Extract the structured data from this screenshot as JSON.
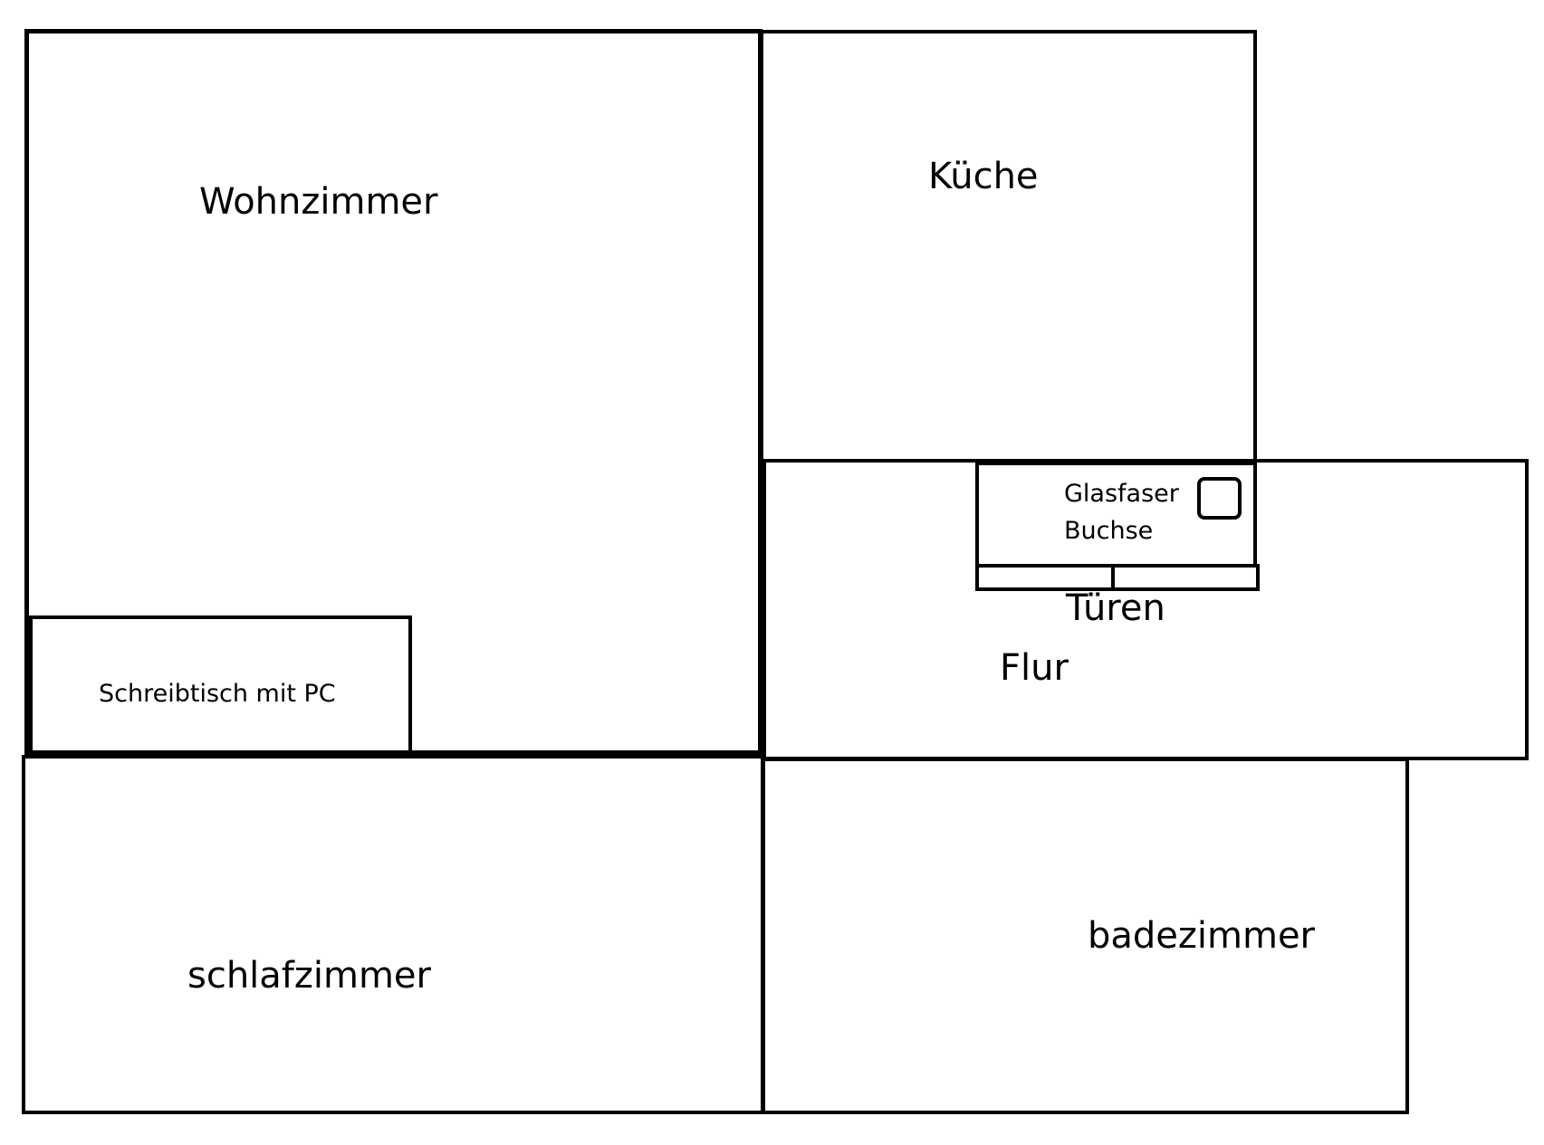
{
  "rooms": {
    "wohnzimmer": "Wohnzimmer",
    "kueche": "Küche",
    "flur": "Flur",
    "schlafzimmer": "schlafzimmer",
    "badezimmer": "badezimmer"
  },
  "objects": {
    "desk": "Schreibtisch mit PC",
    "fiber_line1": "Glasfaser",
    "fiber_line2": "Buchse",
    "doors": "Türen"
  }
}
